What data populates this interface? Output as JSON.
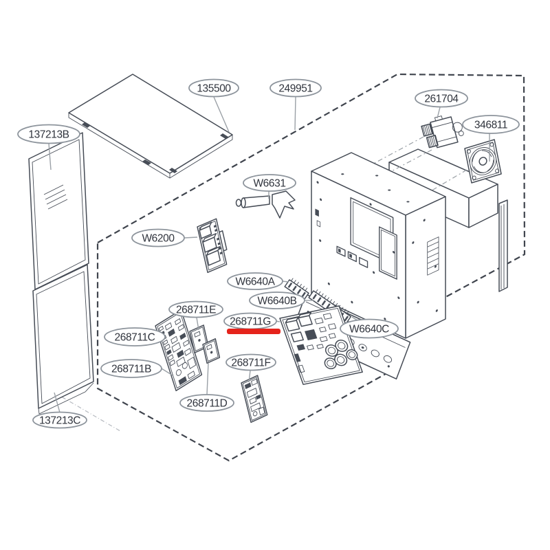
{
  "diagram": {
    "background": "#ffffff",
    "line_color": "#454b55",
    "balloon_stroke": "#8d949c",
    "label_color": "#2f333c",
    "leader_color": "#9aa0a6",
    "highlight": {
      "part_id": "268711G",
      "color": "#e5231b"
    },
    "parts": [
      {
        "id": "137213B"
      },
      {
        "id": "135500"
      },
      {
        "id": "249951"
      },
      {
        "id": "261704"
      },
      {
        "id": "346811"
      },
      {
        "id": "W6631"
      },
      {
        "id": "W6200"
      },
      {
        "id": "W6640A"
      },
      {
        "id": "W6640B"
      },
      {
        "id": "W6640C"
      },
      {
        "id": "268711C"
      },
      {
        "id": "268711B"
      },
      {
        "id": "268711E"
      },
      {
        "id": "268711D"
      },
      {
        "id": "268711F"
      },
      {
        "id": "268711G"
      },
      {
        "id": "137213C"
      }
    ]
  }
}
